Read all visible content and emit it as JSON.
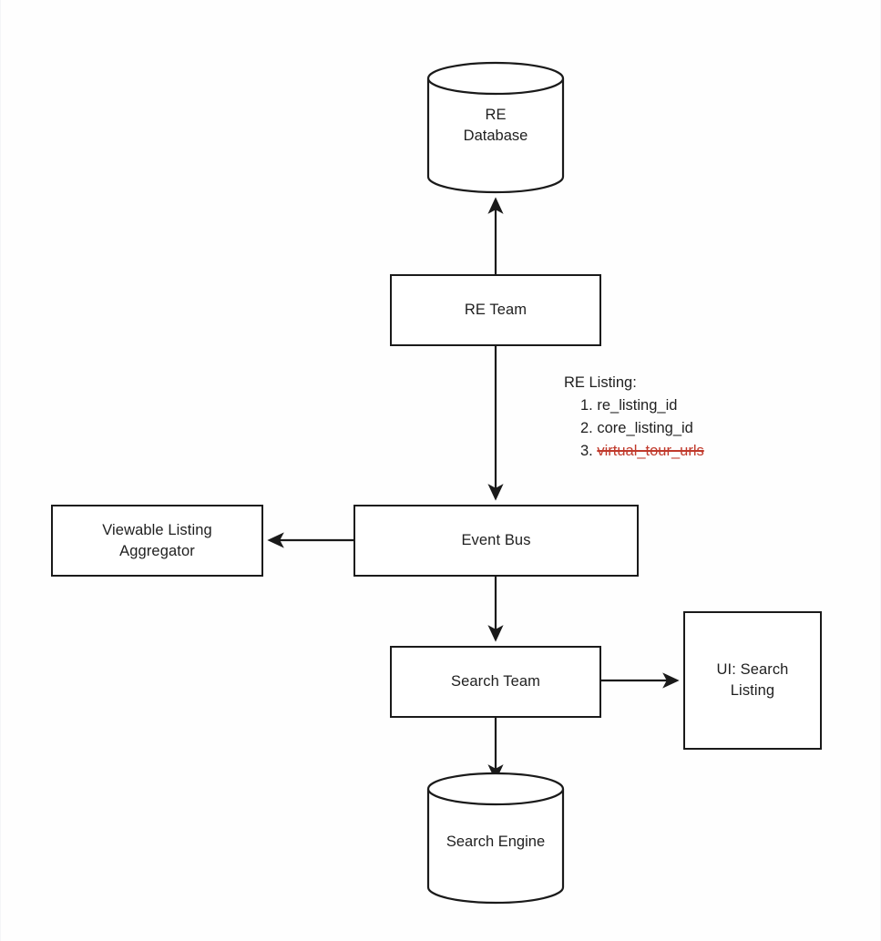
{
  "diagram": {
    "type": "flow-architecture",
    "background_color": "#ffffff",
    "stroke_color": "#1a1a1a",
    "removed_color": "#c0392b",
    "nodes": [
      {
        "id": "re-database",
        "label_lines": [
          "RE",
          "Database"
        ],
        "shape": "cylinder"
      },
      {
        "id": "re-team",
        "label_lines": [
          "RE Team"
        ],
        "shape": "rectangle"
      },
      {
        "id": "event-bus",
        "label_lines": [
          "Event Bus"
        ],
        "shape": "rectangle"
      },
      {
        "id": "viewable-listing-aggregator",
        "label_lines": [
          "Viewable Listing",
          "Aggregator"
        ],
        "shape": "rectangle"
      },
      {
        "id": "search-team",
        "label_lines": [
          "Search Team"
        ],
        "shape": "rectangle"
      },
      {
        "id": "ui-search-listing",
        "label_lines": [
          "UI: Search",
          "Listing"
        ],
        "shape": "rectangle"
      },
      {
        "id": "search-engine",
        "label_lines": [
          "Search Engine"
        ],
        "shape": "cylinder"
      }
    ],
    "edges": [
      {
        "from": "re-team",
        "to": "re-database",
        "direction": "up"
      },
      {
        "from": "re-team",
        "to": "event-bus",
        "direction": "down"
      },
      {
        "from": "event-bus",
        "to": "viewable-listing-aggregator",
        "direction": "left"
      },
      {
        "from": "event-bus",
        "to": "search-team",
        "direction": "down"
      },
      {
        "from": "search-team",
        "to": "ui-search-listing",
        "direction": "right"
      },
      {
        "from": "search-team",
        "to": "search-engine",
        "direction": "down"
      }
    ]
  },
  "labels": {
    "re_database_line1": "RE",
    "re_database_line2": "Database",
    "re_team": "RE Team",
    "event_bus": "Event Bus",
    "viewable_aggregator_line1": "Viewable Listing",
    "viewable_aggregator_line2": "Aggregator",
    "search_team": "Search Team",
    "ui_search_listing_line1": "UI: Search",
    "ui_search_listing_line2": "Listing",
    "search_engine": "Search Engine"
  },
  "annotation": {
    "title": "RE Listing:",
    "items": [
      {
        "number": "1.",
        "field": "re_listing_id",
        "removed": false
      },
      {
        "number": "2.",
        "field": "core_listing_id",
        "removed": false
      },
      {
        "number": "3.",
        "field": "virtual_tour_urls",
        "removed": true
      }
    ]
  }
}
